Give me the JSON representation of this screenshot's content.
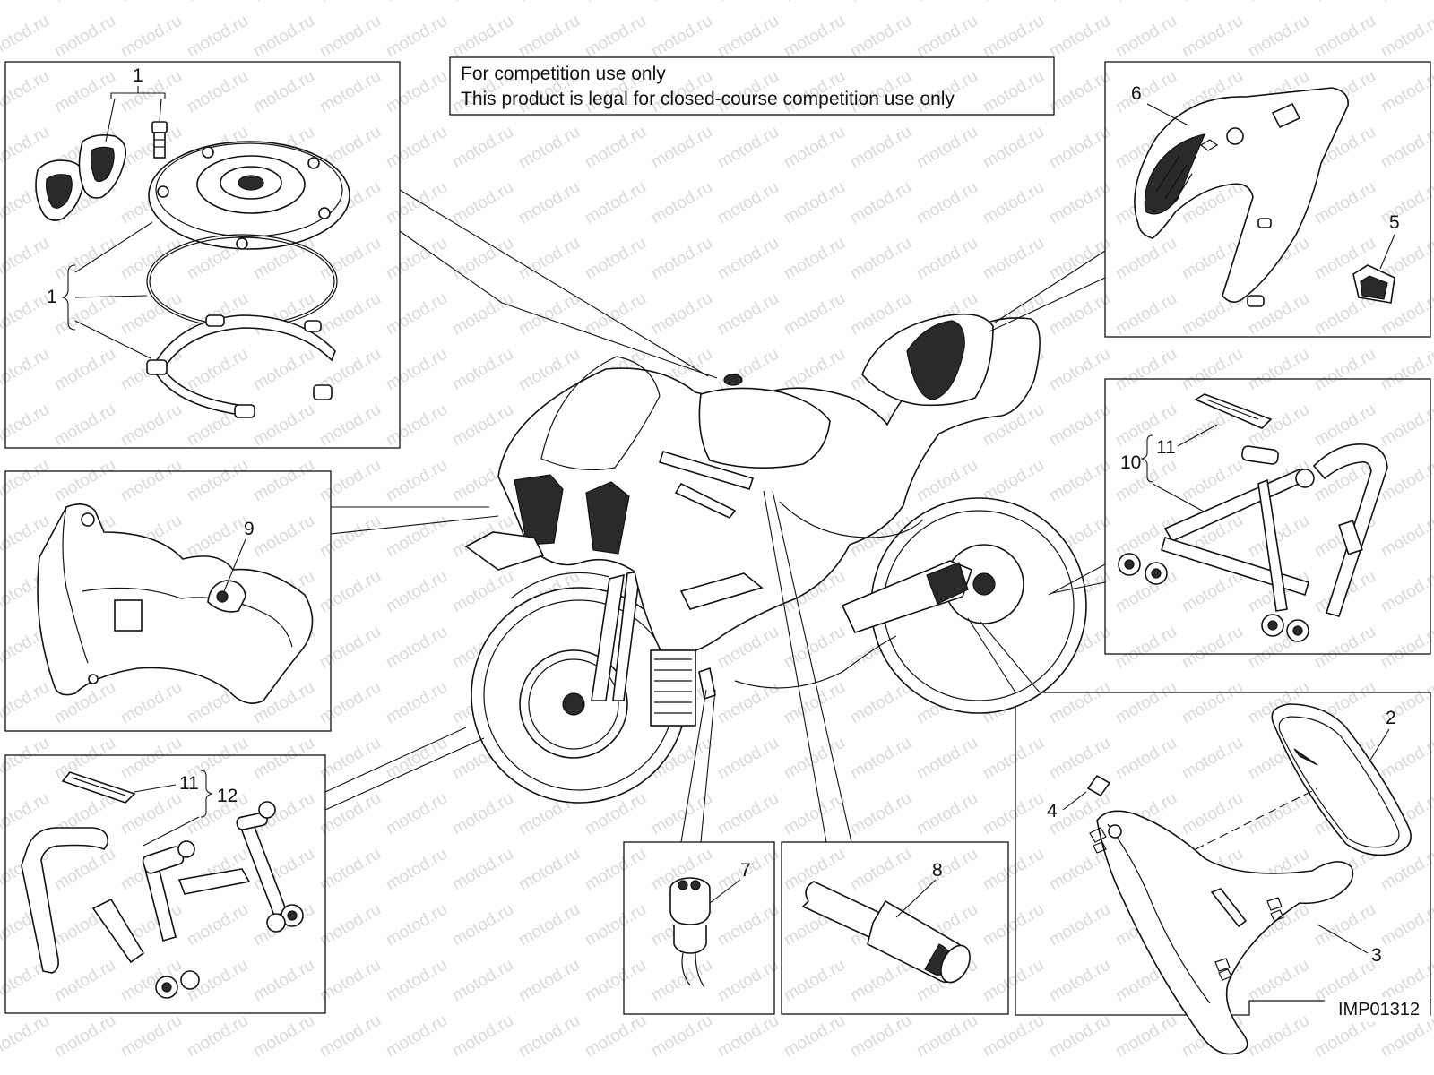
{
  "notice": {
    "line1": "For competition use only",
    "line2": "This product is legal for closed-course competition use only"
  },
  "drawing_code": "IMP01312",
  "watermark": "motod.ru",
  "callouts": {
    "c1_top": "1",
    "c1_side": "1",
    "c2": "2",
    "c3": "3",
    "c4": "4",
    "c5": "5",
    "c6": "6",
    "c7": "7",
    "c8": "8",
    "c9": "9",
    "c10": "10",
    "c11_right": "11",
    "c11_left": "11",
    "c12": "12"
  },
  "colors": {
    "line": "#111111",
    "watermark": "#c9c9c9",
    "background": "#ffffff"
  }
}
